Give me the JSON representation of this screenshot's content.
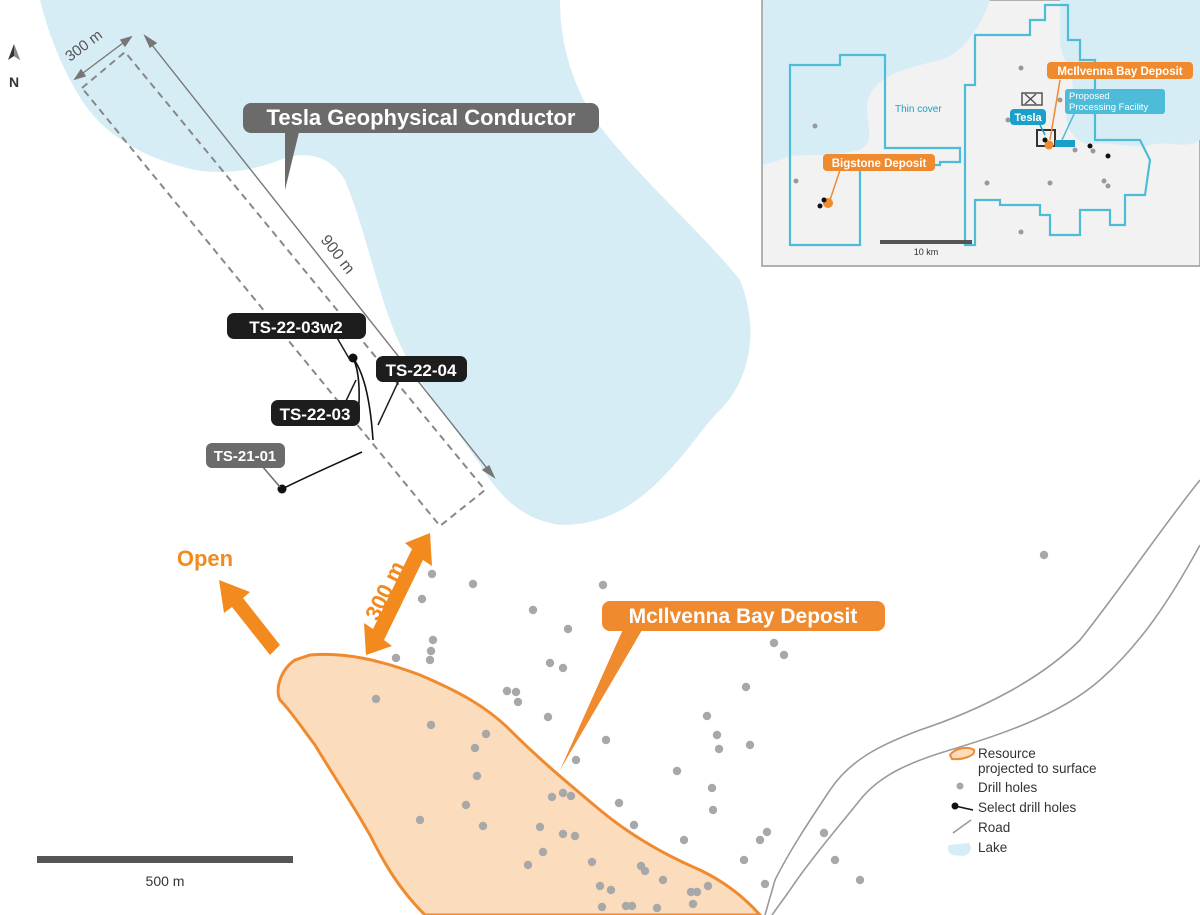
{
  "colors": {
    "lake": "#d7edf5",
    "resource_fill": "#fbdcbd",
    "resource_stroke": "#ef8a2e",
    "accent_orange": "#f28a1e",
    "drill_hole_grey": "#a8a8a8",
    "select_hole": "#111111",
    "callout_dark": "#1d1d1d",
    "callout_grey": "#6b6b6b",
    "road": "#9a9a9a",
    "inset_border": "#4dbcd8",
    "inset_tesla_label": "#1aa0c8"
  },
  "north_arrow": {
    "label": "N",
    "icon": "north-arrow-icon"
  },
  "labels": {
    "tesla_conductor": "Tesla Geophysical Conductor",
    "width_dimension": "300 m",
    "length_dimension": "900 m",
    "open": "Open",
    "distance_300": "300 m",
    "deposit": "McIlvenna Bay Deposit"
  },
  "drill_callouts": [
    {
      "id": "TS-22-03w2",
      "label": "TS-22-03w2",
      "style": "dark"
    },
    {
      "id": "TS-22-04",
      "label": "TS-22-04",
      "style": "dark"
    },
    {
      "id": "TS-22-03",
      "label": "TS-22-03",
      "style": "dark"
    },
    {
      "id": "TS-21-01",
      "label": "TS-21-01",
      "style": "grey"
    }
  ],
  "scale_bar": {
    "label": "500 m"
  },
  "legend": {
    "items": [
      {
        "key": "resource",
        "label_line1": "Resource",
        "label_line2": "projected to surface"
      },
      {
        "key": "drill",
        "label_line1": "Drill holes"
      },
      {
        "key": "select",
        "label_line1": "Select drill holes"
      },
      {
        "key": "road",
        "label_line1": "Road"
      },
      {
        "key": "lake",
        "label_line1": "Lake"
      }
    ]
  },
  "inset": {
    "thin_cover": "Thin cover",
    "mcilvenna": "McIlvenna Bay Deposit",
    "processing_line1": "Proposed",
    "processing_line2": "Processing Facility",
    "tesla": "Tesla",
    "bigstone": "Bigstone Deposit",
    "scale_label": "10 km"
  }
}
